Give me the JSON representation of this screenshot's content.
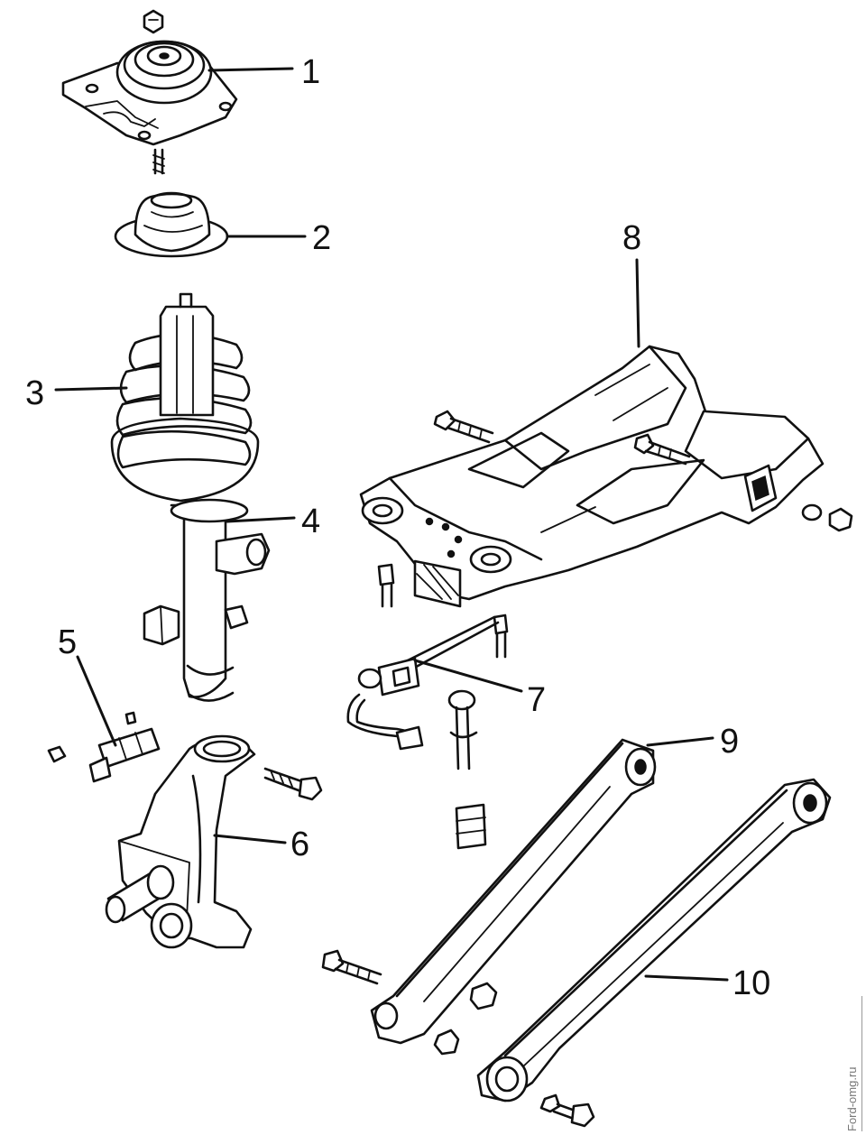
{
  "diagram": {
    "callouts": [
      {
        "id": "c1",
        "label": "1"
      },
      {
        "id": "c2",
        "label": "2"
      },
      {
        "id": "c3",
        "label": "3"
      },
      {
        "id": "c4",
        "label": "4"
      },
      {
        "id": "c5",
        "label": "5"
      },
      {
        "id": "c6",
        "label": "6"
      },
      {
        "id": "c7",
        "label": "7"
      },
      {
        "id": "c8",
        "label": "8"
      },
      {
        "id": "c9",
        "label": "9"
      },
      {
        "id": "c10",
        "label": "10"
      }
    ]
  },
  "watermark": "Ford-omg.ru",
  "colors": {
    "ink": "#111111",
    "paper": "#ffffff",
    "watermark": "#777777"
  }
}
